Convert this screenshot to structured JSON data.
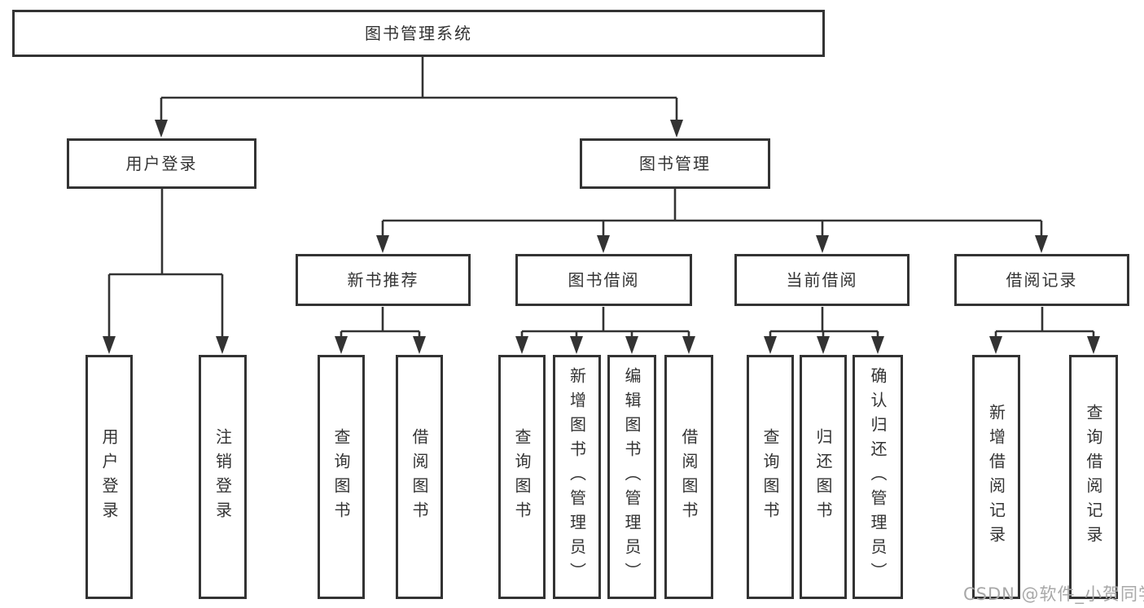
{
  "tree": {
    "root": {
      "label": "图书管理系统"
    },
    "level2": [
      {
        "label": "用户登录"
      },
      {
        "label": "图书管理"
      }
    ],
    "level3": [
      {
        "label": "新书推荐"
      },
      {
        "label": "图书借阅"
      },
      {
        "label": "当前借阅"
      },
      {
        "label": "借阅记录"
      }
    ],
    "leaves": [
      {
        "parent": "用户登录",
        "items": [
          "用户登录",
          "注销登录"
        ]
      },
      {
        "parent": "新书推荐",
        "items": [
          "查询图书",
          "借阅图书"
        ]
      },
      {
        "parent": "图书借阅",
        "items": [
          "查询图书",
          "新增图书（管理员）",
          "编辑图书（管理员）",
          "借阅图书"
        ]
      },
      {
        "parent": "当前借阅",
        "items": [
          "查询图书",
          "归还图书",
          "确认归还（管理员）"
        ]
      },
      {
        "parent": "借阅记录",
        "items": [
          "新增借阅记录",
          "查询借阅记录"
        ]
      }
    ]
  },
  "watermark": {
    "text": "CSDN @软件_小贺同学"
  },
  "colors": {
    "line": "#333333",
    "box_border": "#333333",
    "text": "#333333",
    "watermark": "#a8a8a8",
    "background": "#ffffff"
  }
}
